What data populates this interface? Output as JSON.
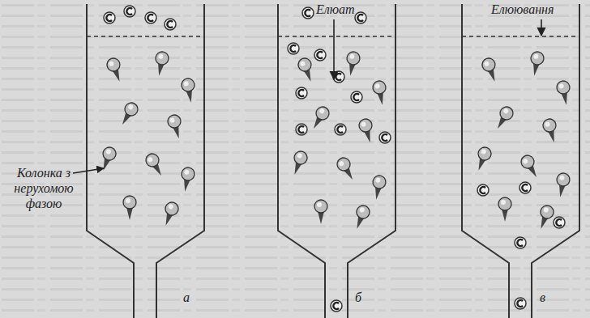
{
  "diagram": {
    "labels": [
      "Елюат",
      "Елюювання",
      "Колонка з нерухомою фазою",
      "а",
      "б",
      "в"
    ]
  }
}
